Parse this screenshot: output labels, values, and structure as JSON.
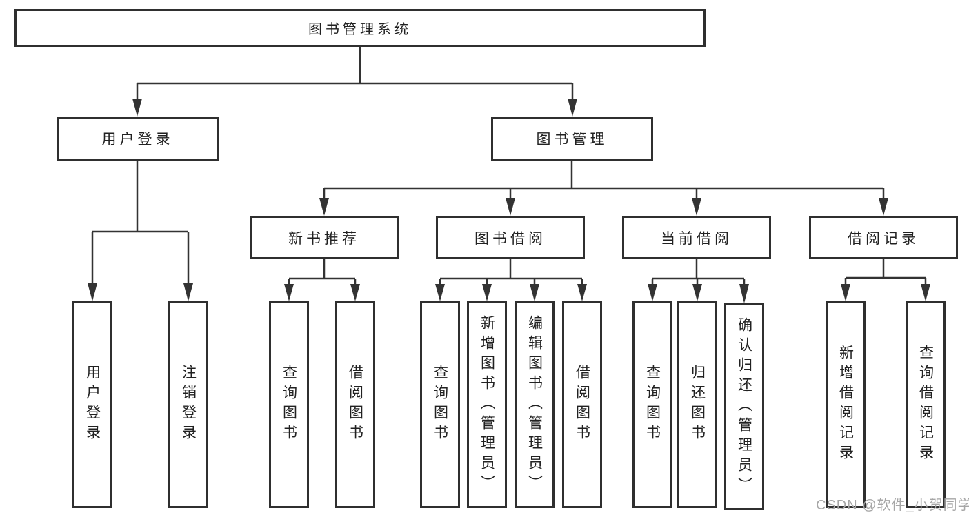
{
  "diagram": {
    "title": "图书管理系统",
    "level2": {
      "user_login": "用户登录",
      "book_management": "图书管理"
    },
    "level3": {
      "new_book_recommend": "新书推荐",
      "book_borrow": "图书借阅",
      "current_borrow": "当前借阅",
      "borrow_records": "借阅记录"
    },
    "leaves": {
      "login": [
        "用户登录",
        "注销登录"
      ],
      "recommend": [
        "查询图书",
        "借阅图书"
      ],
      "borrow": [
        "查询图书",
        "新增图书（管理员）",
        "编辑图书（管理员）",
        "借阅图书"
      ],
      "current": [
        "查询图书",
        "归还图书",
        "确认归还（管理员）"
      ],
      "records": [
        "新增借阅记录",
        "查询借阅记录"
      ]
    }
  },
  "watermark": "CSDN @软件_小贺同学",
  "colors": {
    "line": "#333333",
    "box_border": "#2f2f2f",
    "text": "#212121",
    "watermark": "#a6a6a6",
    "background": "#ffffff"
  }
}
